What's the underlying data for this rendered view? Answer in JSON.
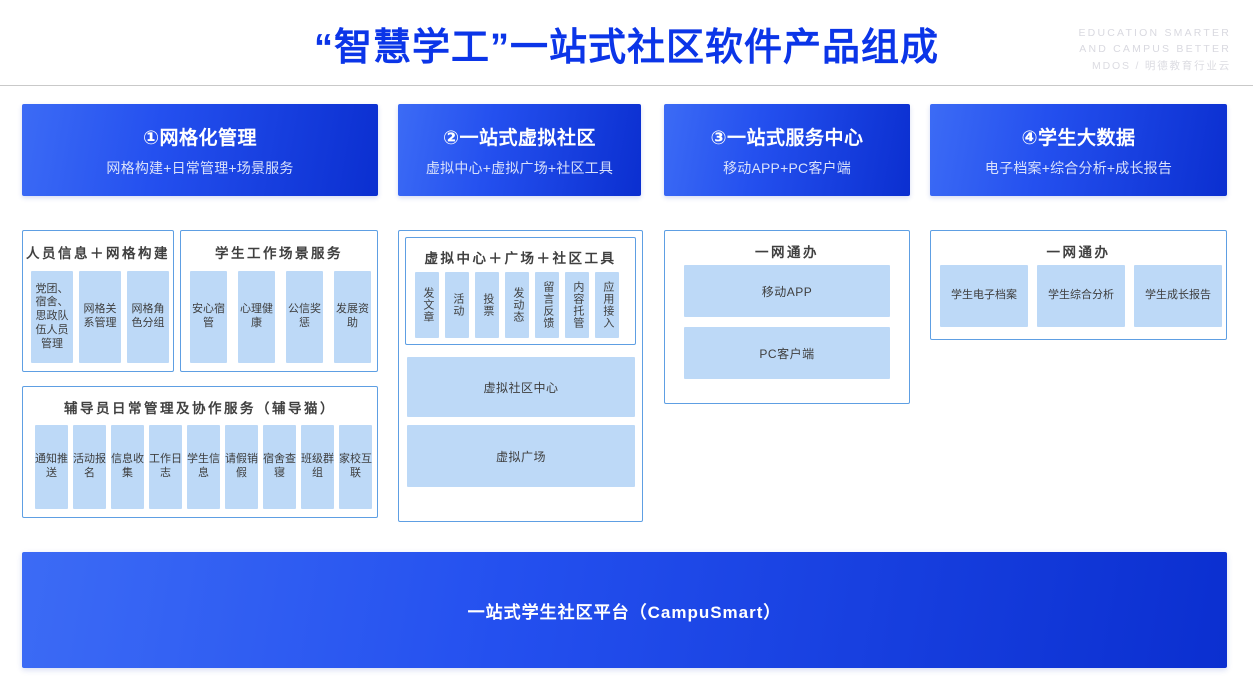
{
  "header": {
    "title": "“智慧学工”一站式社区软件产品组成",
    "en_line1": "EDUCATION SMARTER",
    "en_line2": "AND CAMPUS BETTER",
    "en_line3": "MDOS / 明德教育行业云"
  },
  "top_cards": [
    {
      "title": "①网格化管理",
      "subtitle": "网格构建+日常管理+场景服务"
    },
    {
      "title": "②一站式虚拟社区",
      "subtitle": "虚拟中心+虚拟广场+社区工具"
    },
    {
      "title": "③一站式服务中心",
      "subtitle": "移动APP+PC客户端"
    },
    {
      "title": "④学生大数据",
      "subtitle": "电子档案+综合分析+成长报告"
    }
  ],
  "columns": [
    {
      "id": "col1",
      "panels": [
        {
          "id": "p-personnel",
          "title": "人员信息＋网格构建",
          "chips": [
            "党团、宿舍、思政队伍人员管理",
            "网格关系管理",
            "网格角色分组"
          ]
        },
        {
          "id": "p-scenario",
          "title": "学生工作场景服务",
          "chips": [
            "安心宿管",
            "心理健康",
            "公信奖惩",
            "发展资助"
          ]
        },
        {
          "id": "p-counselor",
          "title": "辅导员日常管理及协作服务（辅导猫）",
          "chips": [
            "通知推送",
            "活动报名",
            "信息收集",
            "工作日志",
            "学生信息",
            "请假销假",
            "宿舍查寝",
            "班级群组",
            "家校互联"
          ]
        }
      ]
    },
    {
      "id": "col2",
      "panels": [
        {
          "id": "p-virtual-tools",
          "title": "虚拟中心＋广场＋社区工具",
          "chips": [
            "发文章",
            "活动",
            "投票",
            "发动态",
            "留言反馈",
            "内容托管",
            "应用接入"
          ]
        }
      ],
      "big_chips": [
        "虚拟社区中心",
        "虚拟广场"
      ]
    },
    {
      "id": "col3",
      "panels": [
        {
          "id": "p-service-hall",
          "title": "一网通办",
          "big_chips": [
            "移动APP",
            "PC客户端"
          ]
        }
      ]
    },
    {
      "id": "col4",
      "panels": [
        {
          "id": "p-bigdata-hall",
          "title": "一网通办",
          "chips": [
            "学生电子档案",
            "学生综合分析",
            "学生成长报告"
          ]
        }
      ]
    }
  ],
  "banner": {
    "text": "一站式学生社区平台（CampuSmart）"
  },
  "colors": {
    "brand_blue": "#0b35e8",
    "card_gradient_start": "#3c6bf5",
    "card_gradient_end": "#0b2fd0",
    "chip_blue": "#bdd9f7",
    "panel_border": "#5e9fe3"
  }
}
